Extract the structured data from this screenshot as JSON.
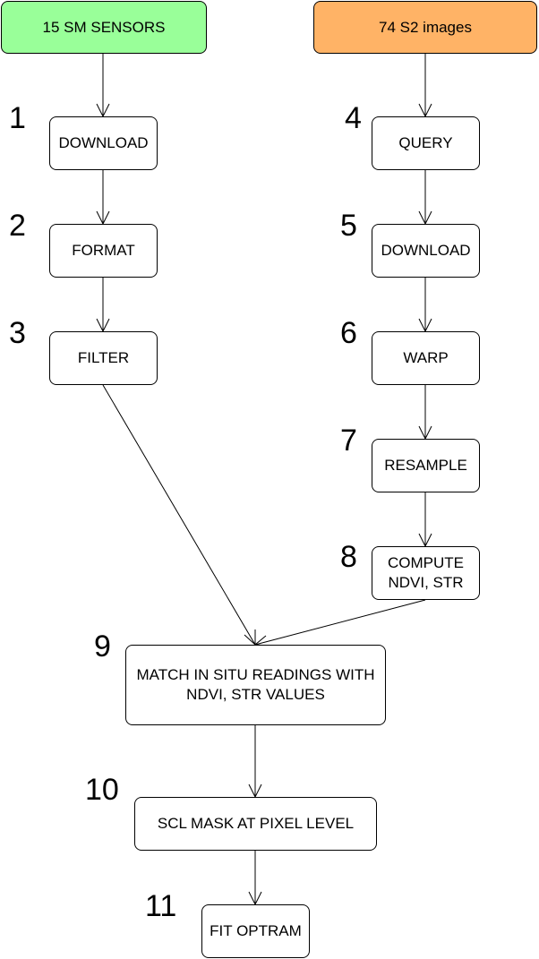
{
  "colors": {
    "sm_sensors_fill": "#99ff99",
    "s2_images_fill": "#ffb366",
    "box_border": "#000000",
    "arrow": "#000000"
  },
  "sources": {
    "sm_sensors": "15 SM SENSORS",
    "s2_images": "74 S2 images"
  },
  "steps": [
    {
      "number": "1",
      "label": "DOWNLOAD"
    },
    {
      "number": "2",
      "label": "FORMAT"
    },
    {
      "number": "3",
      "label": "FILTER"
    },
    {
      "number": "4",
      "label": "QUERY"
    },
    {
      "number": "5",
      "label": "DOWNLOAD"
    },
    {
      "number": "6",
      "label": "WARP"
    },
    {
      "number": "7",
      "label": "RESAMPLE"
    },
    {
      "number": "8",
      "label": "COMPUTE\nNDVI, STR"
    },
    {
      "number": "9",
      "label": "MATCH IN SITU READINGS WITH\nNDVI, STR VALUES"
    },
    {
      "number": "10",
      "label": "SCL MASK AT PIXEL LEVEL"
    },
    {
      "number": "11",
      "label": "FIT OPTRAM"
    }
  ]
}
